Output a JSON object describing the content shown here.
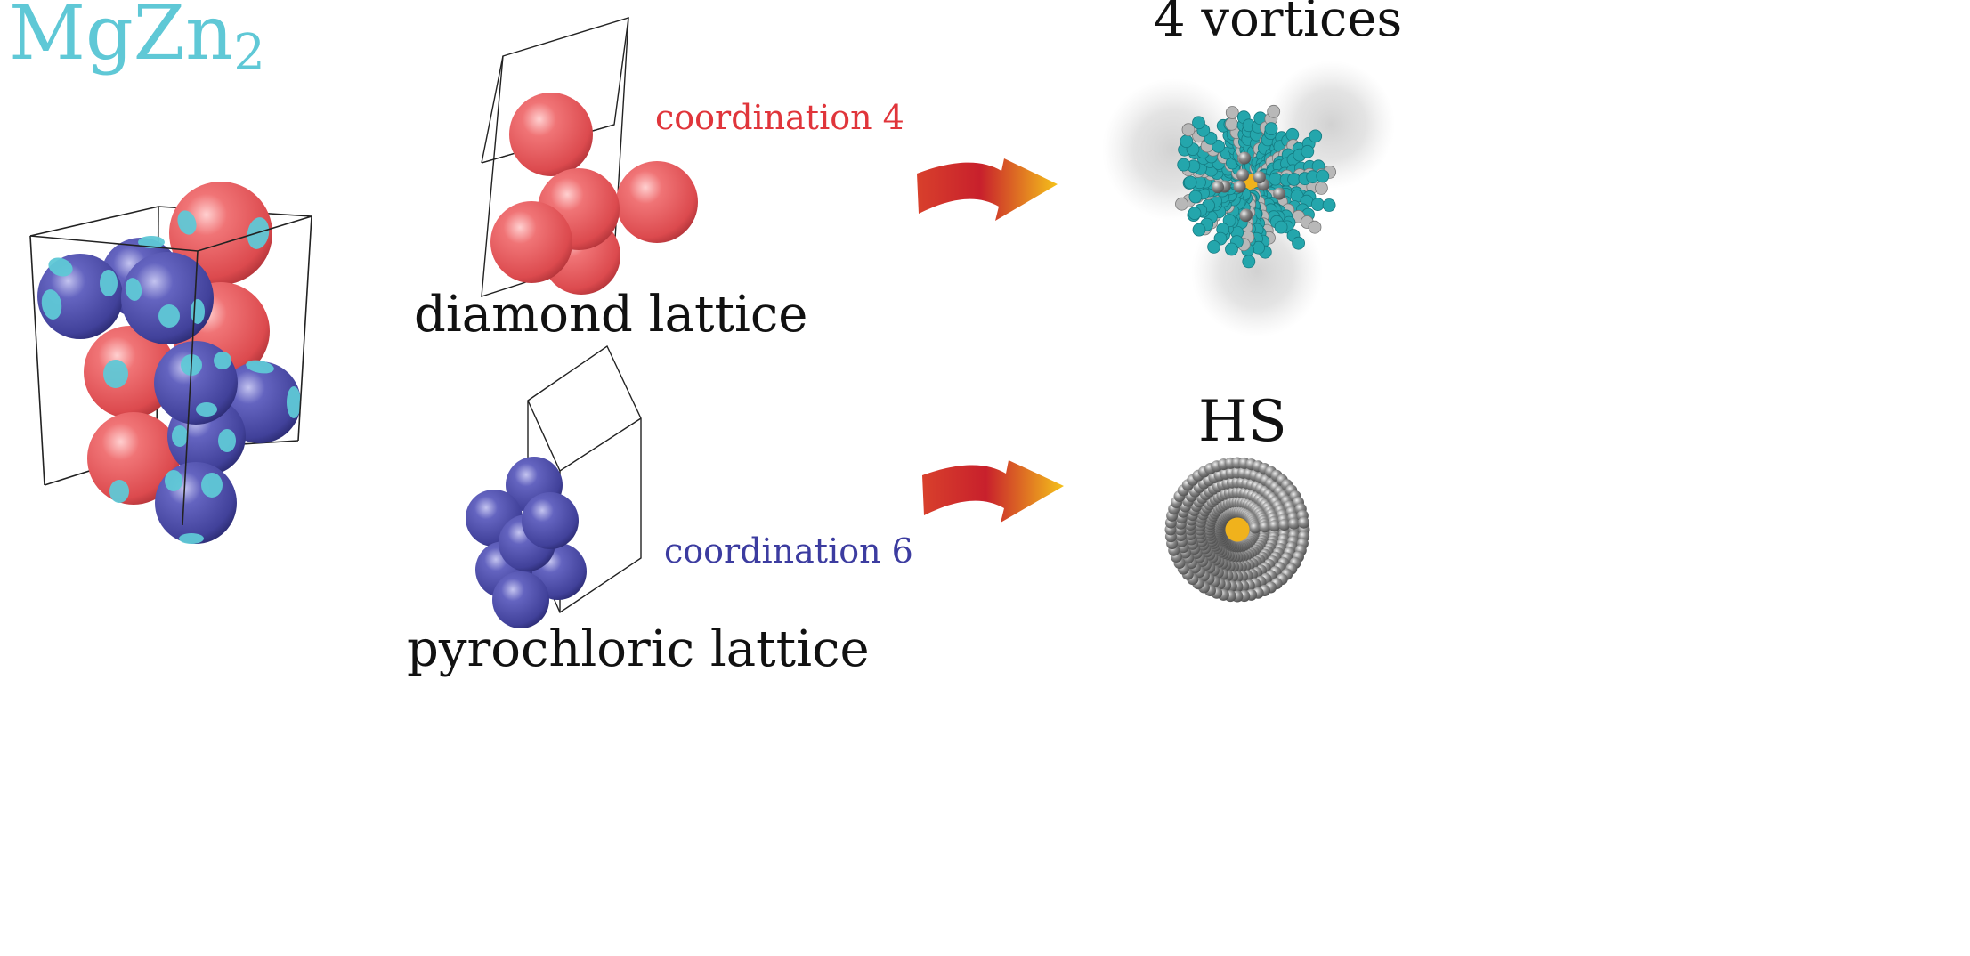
{
  "title": {
    "main": "MgZn",
    "subscript": "2"
  },
  "labels": {
    "diamond": "diamond lattice",
    "pyrochloric": "pyrochloric lattice",
    "coordination_4": "coordination 4",
    "coordination_6": "coordination 6",
    "vortices": "4 vortices",
    "hs": "HS"
  },
  "colors": {
    "title": "#5fc8d6",
    "red_sphere": "#e8585c",
    "blue_sphere": "#4a4aa6",
    "patch": "#5fc8d6",
    "coordination_4": "#e0353b",
    "coordination_6": "#3c3ca0",
    "arrow_start": "#d8402c",
    "arrow_end": "#f5c21a",
    "nano_teal": "#24a6ac",
    "nano_gray": "#8a8a8a",
    "nano_core": "#f0b21c"
  },
  "icons": [
    "mgzn2-unit-cell",
    "diamond-unit-cell",
    "pyrochlore-unit-cell",
    "curved-arrow-icon",
    "patchy-nanoparticle",
    "hard-sphere-nanoparticle"
  ]
}
